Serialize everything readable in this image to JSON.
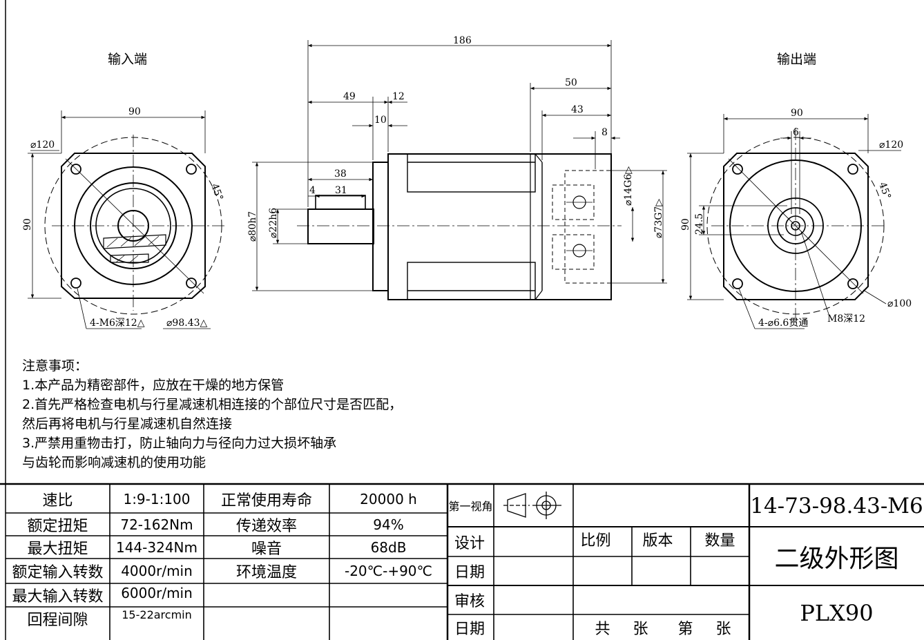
{
  "views": {
    "input_title": "输入端",
    "output_title": "输出端"
  },
  "dimensions": {
    "input_width": "90",
    "input_height": "90",
    "input_pcd": "⌀120",
    "input_angle": "45°",
    "input_holes": "4-M6深12△",
    "input_bore": "⌀98.43△",
    "side_overall": "186",
    "side_49": "49",
    "side_12": "12",
    "side_10": "10",
    "side_50": "50",
    "side_43": "43",
    "side_8": "8",
    "side_38": "38",
    "side_4": "4",
    "side_31": "31",
    "side_d80": "⌀80h7",
    "side_d22": "⌀22h6",
    "side_d14": "⌀14G6▷",
    "side_d73": "⌀73G7▷",
    "output_width": "90",
    "output_height": "90",
    "output_6": "6",
    "output_245": "24.5",
    "output_pcd": "⌀120",
    "output_angle": "45°",
    "output_d100": "⌀100",
    "output_m8": "M8深12",
    "output_holes": "4-⌀6.6贯通"
  },
  "notes": {
    "title": "注意事项：",
    "line1": "1.本产品为精密部件，应放在干燥的地方保管",
    "line2": "2.首先严格检查电机与行星减速机相连接的个部位尺寸是否匹配，",
    "line3": "然后再将电机与行星减速机自然连接",
    "line4": "3.严禁用重物击打，防止轴向力与径向力过大损坏轴承",
    "line5": "与齿轮而影响减速机的使用功能"
  },
  "specs": {
    "rows": [
      {
        "label": "速比",
        "value": "1:9-1:100",
        "label2": "正常使用寿命",
        "value2": "20000 h"
      },
      {
        "label": "额定扭矩",
        "value": "72-162Nm",
        "label2": "传递效率",
        "value2": "94%"
      },
      {
        "label": "最大扭矩",
        "value": "144-324Nm",
        "label2": "噪音",
        "value2": "68dB"
      },
      {
        "label": "额定输入转数",
        "value": "4000r/min",
        "label2": "环境温度",
        "value2": "-20℃-+90℃"
      },
      {
        "label": "最大输入转数",
        "value": "6000r/min",
        "label2": "",
        "value2": ""
      },
      {
        "label": "回程间隙",
        "value": "15-22arcmin",
        "label2": "",
        "value2": ""
      }
    ]
  },
  "titleblock": {
    "projection": "第一视角",
    "design": "设计",
    "date1": "日期",
    "review": "审核",
    "date2": "日期",
    "scale": "比例",
    "version": "版本",
    "quantity": "数量",
    "total": "共",
    "sheet1": "张",
    "number": "第",
    "sheet2": "张",
    "code": "14-73-98.43-M6",
    "drawing_name": "二级外形图",
    "model": "PLX90"
  }
}
